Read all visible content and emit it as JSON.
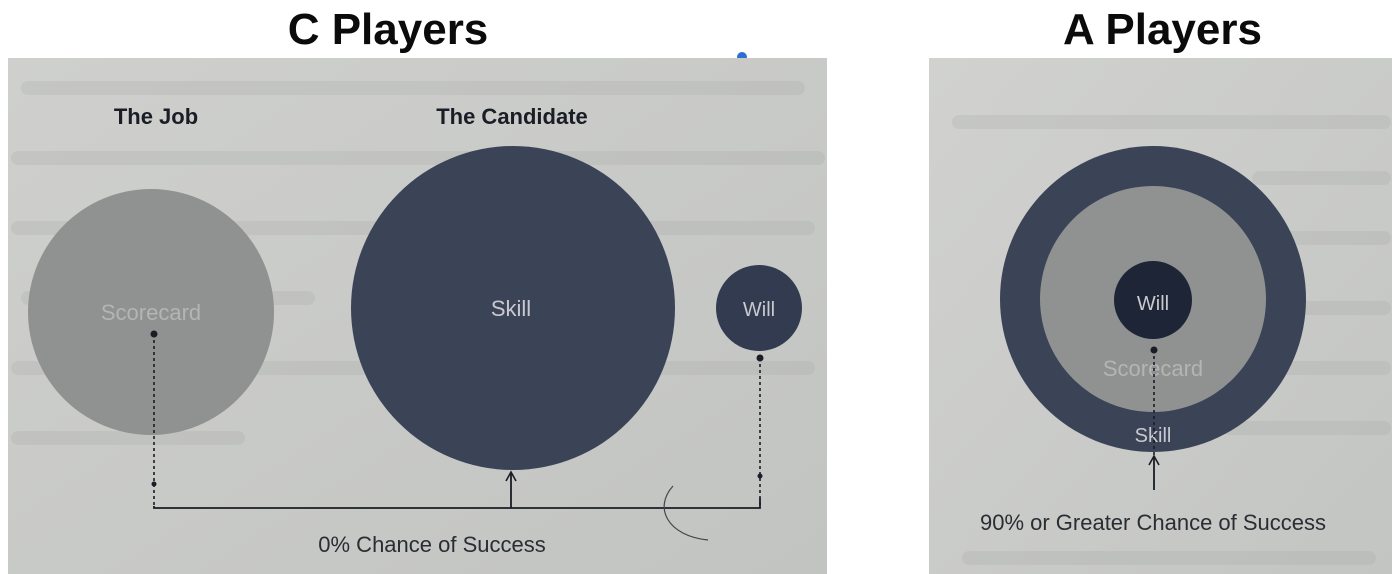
{
  "c_players": {
    "heading": "C Players",
    "label_job": "The Job",
    "label_candidate": "The Candidate",
    "circle_scorecard": "Scorecard",
    "circle_skill": "Skill",
    "circle_will": "Will",
    "footer": "0% Chance of Success"
  },
  "a_players": {
    "heading": "A Players",
    "ring_will": "Will",
    "ring_scorecard": "Scorecard",
    "ring_skill": "Skill",
    "footer": "90% or Greater Chance of Success"
  },
  "colors": {
    "paper": "#c9cbc9",
    "scorecard": "#8f9290",
    "skill": "#3b4356",
    "will": "#333b50",
    "will_center": "#1e2536",
    "ink": "#1a1d25",
    "faint_text": "#b3b5b3"
  }
}
